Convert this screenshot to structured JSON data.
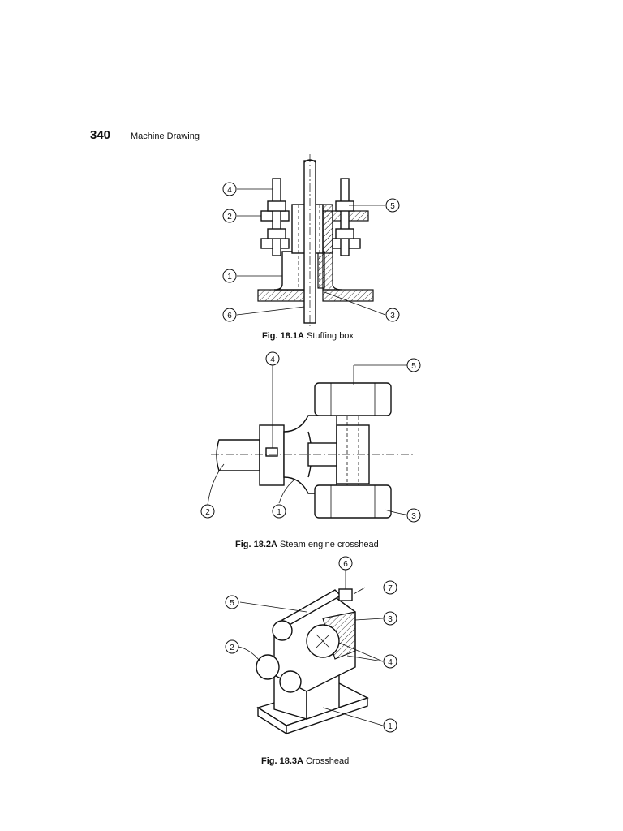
{
  "header": {
    "page_number": "340",
    "running_title": "Machine Drawing"
  },
  "figures": [
    {
      "fig_label": "Fig. 18.1A",
      "caption": "Stuffing box",
      "part_numbers": [
        "4",
        "2",
        "1",
        "6",
        "5",
        "3"
      ]
    },
    {
      "fig_label": "Fig. 18.2A",
      "caption": "Steam engine crosshead",
      "part_numbers": [
        "4",
        "5",
        "2",
        "1",
        "3"
      ]
    },
    {
      "fig_label": "Fig. 18.3A",
      "caption": "Crosshead",
      "part_numbers": [
        "6",
        "7",
        "5",
        "3",
        "2",
        "4",
        "1"
      ]
    }
  ]
}
